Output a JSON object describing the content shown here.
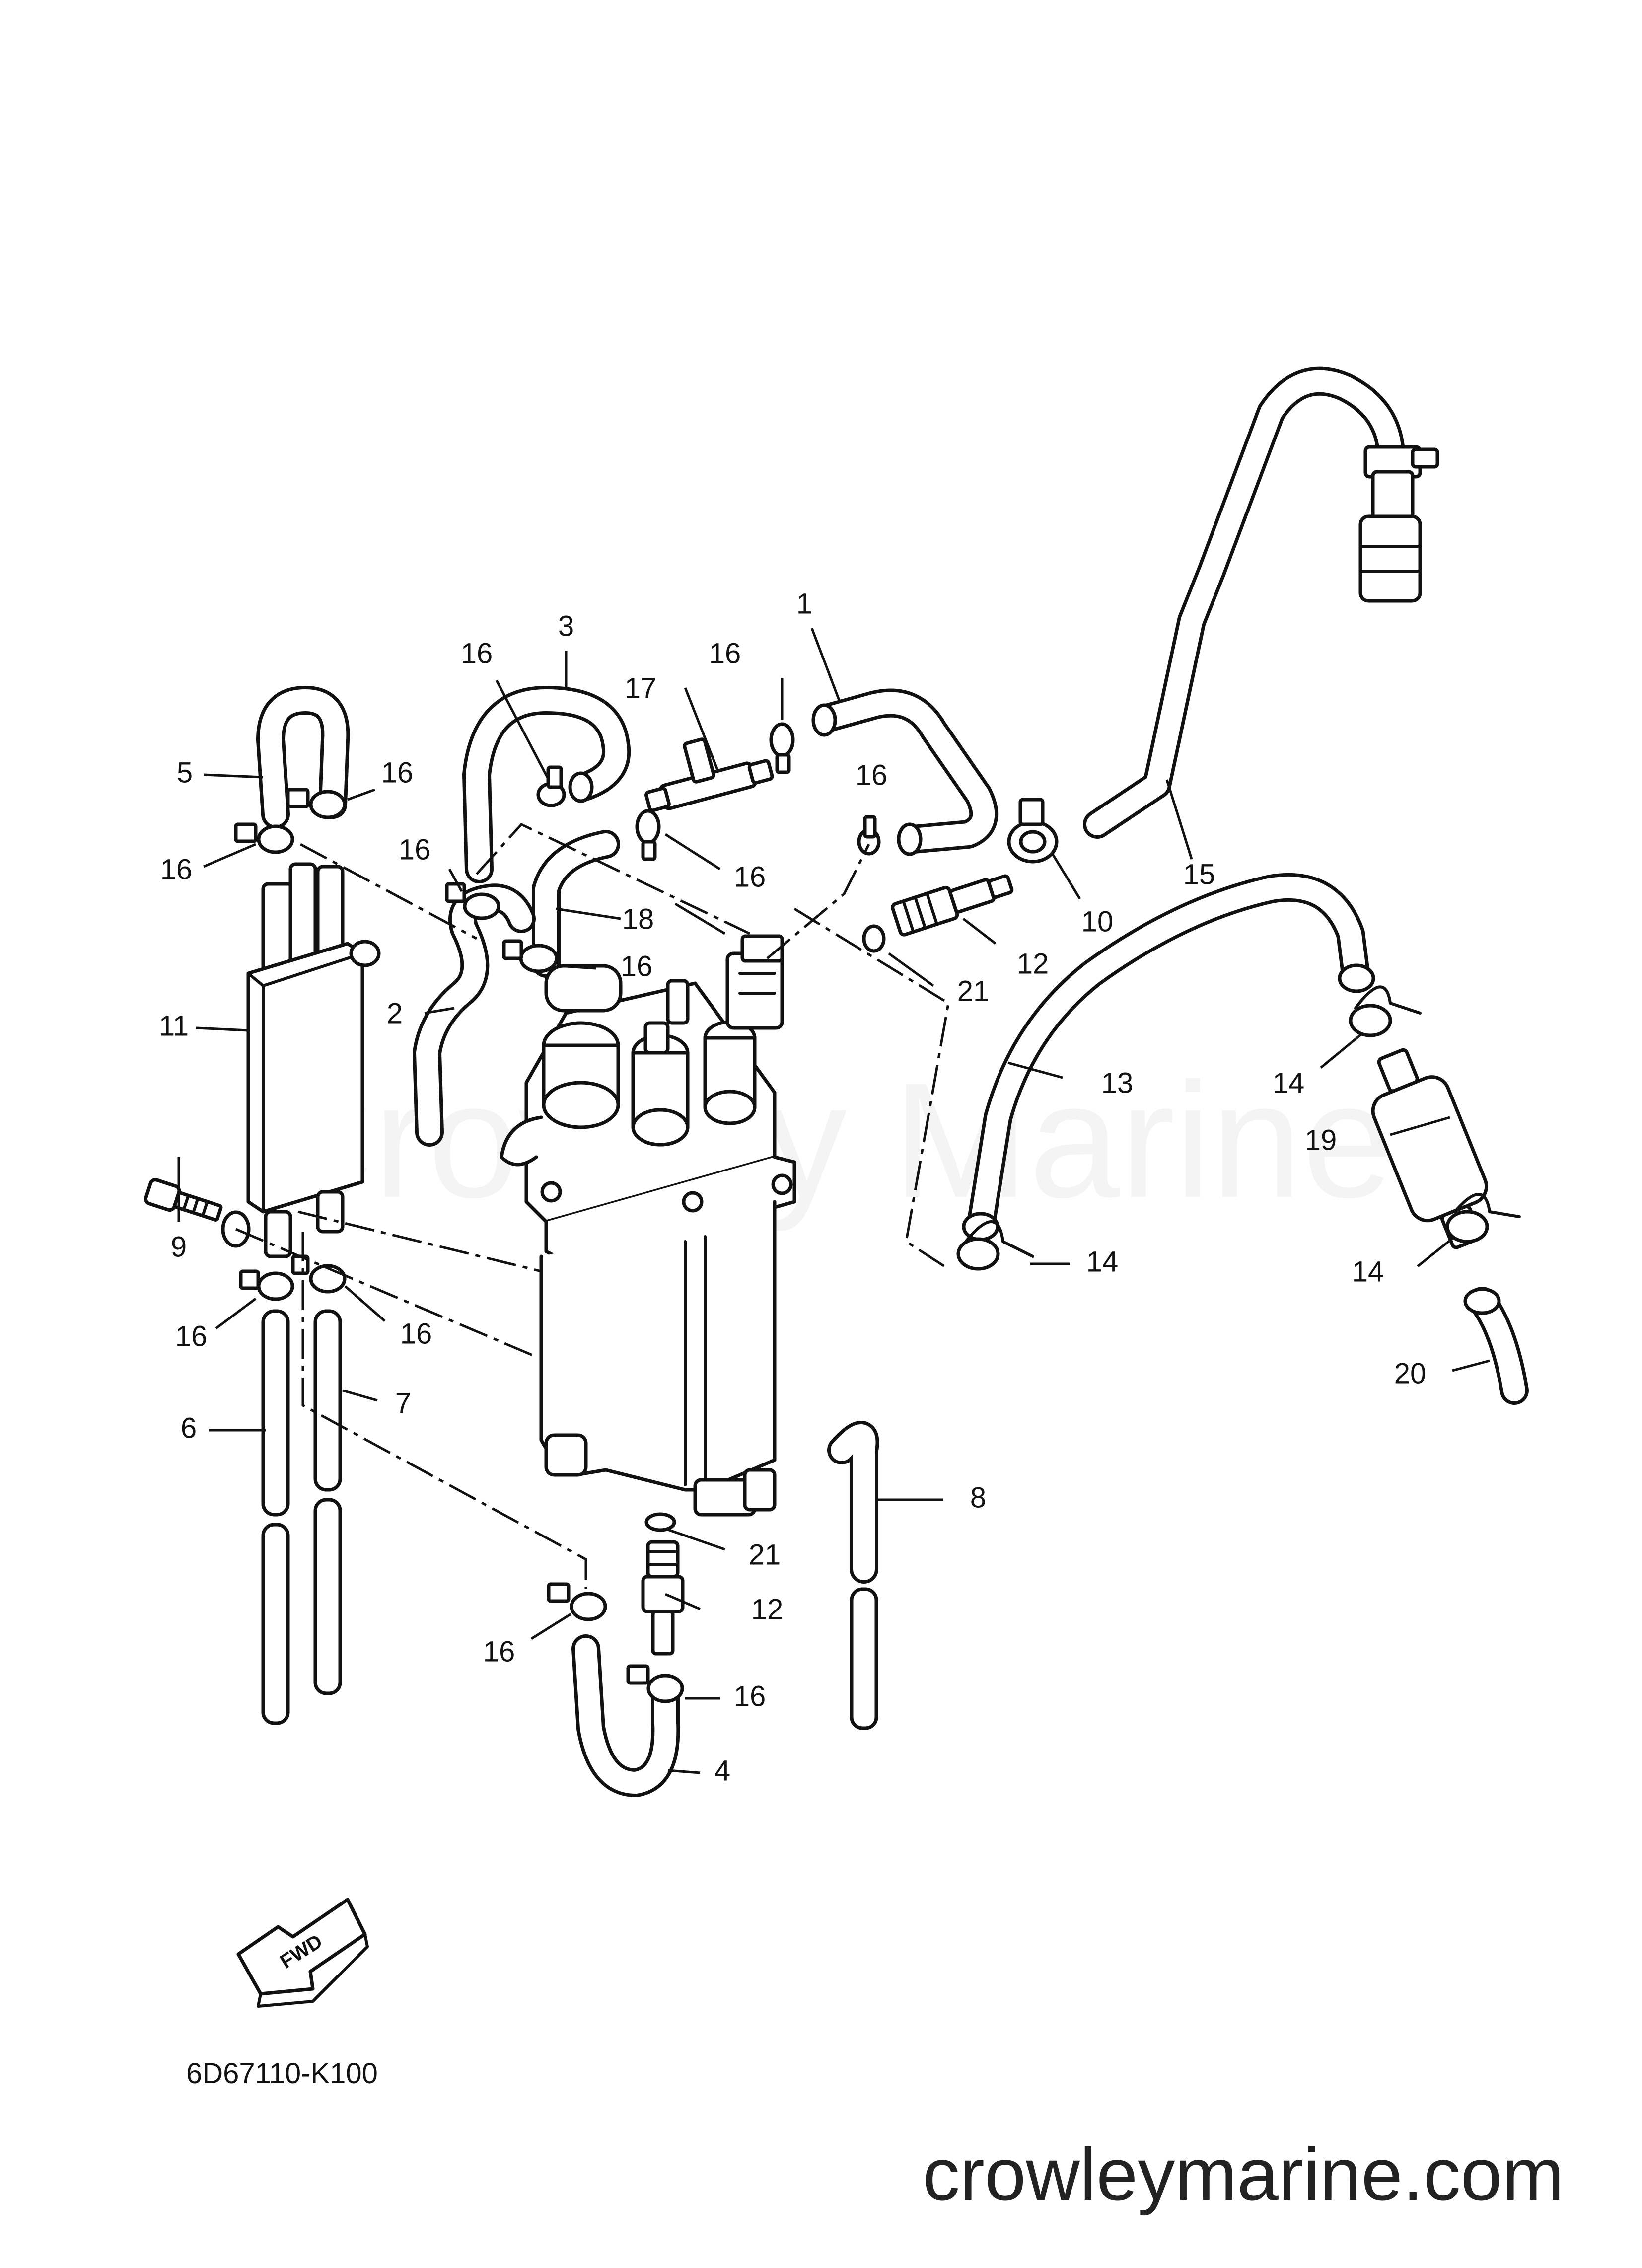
{
  "watermark": "Crowley Marine",
  "drawing_code": "6D67110-K100",
  "site": "crowleymarine.com",
  "fwd_label": "FWD",
  "callouts": [
    "1",
    "2",
    "3",
    "4",
    "5",
    "6",
    "7",
    "8",
    "9",
    "10",
    "11",
    "12",
    "12",
    "13",
    "14",
    "14",
    "14",
    "15",
    "16",
    "16",
    "16",
    "16",
    "16",
    "16",
    "16",
    "16",
    "16",
    "16",
    "16",
    "16",
    "17",
    "18",
    "19",
    "20",
    "21",
    "21"
  ]
}
